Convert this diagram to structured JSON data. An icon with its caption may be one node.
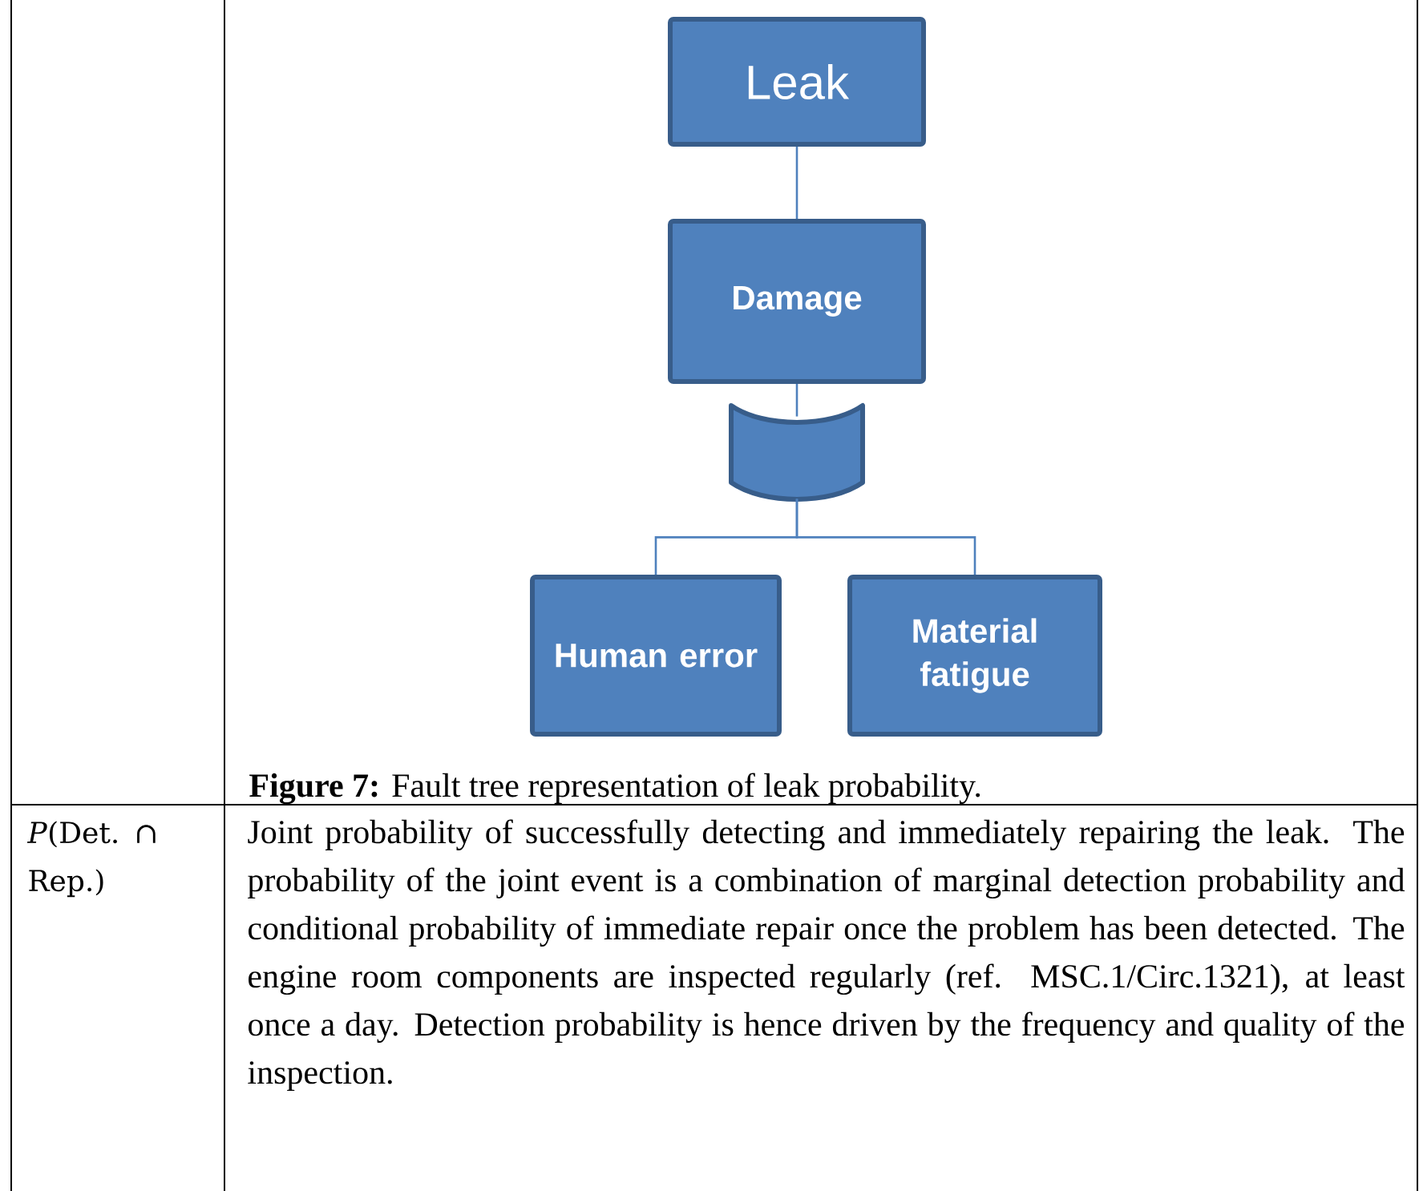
{
  "diagram": {
    "caption": "**Figure 7:** Fault tree representation of leak probability.",
    "nodes": [
      {
        "text": [
          "Leak"
        ]
      },
      {
        "text": [
          "Damage"
        ]
      },
      {
        "text": [],
        "shape": "cylinder"
      },
      {
        "text": [
          "Human error"
        ]
      },
      {
        "text": [
          "Material fatigue"
        ]
      }
    ],
    "edges": [
      {
        "from": 0,
        "to": 1,
        "arrow": "none"
      },
      {
        "from": 1,
        "to": 2,
        "arrow": "none"
      },
      {
        "from": 2,
        "to": 3,
        "arrow": "none"
      },
      {
        "from": 2,
        "to": 4,
        "arrow": "none"
      }
    ],
    "labels": [
      "*P*(Det. ∩ Rep.)",
      "Joint probability of successfully detecting and immediately repairing the leak. The probability of the joint event is a combination of marginal detection probability and conditional probability of immediate repair once the problem has been detected. The engine room components are inspected regularly (ref. MSC.1/Circ.1321), at least once a day. Detection probability is hence driven by the frequency and quality of the inspection."
    ]
  }
}
